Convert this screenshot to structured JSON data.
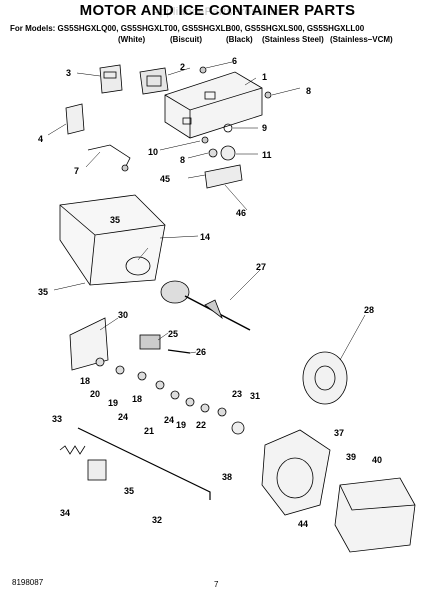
{
  "header": {
    "title": "MOTOR AND ICE CONTAINER PARTS",
    "watermark": "AppliancePartsPros.com",
    "models_line": "For Models: GS5SHGXLQ00, GS5SHGXLT00, GS5SHGXLB00, GS5SHGXLS00, GS5SHGXLL00",
    "variants": [
      "(White)",
      "(Biscuit)",
      "(Black)",
      "(Stainless Steel)",
      "(Stainless–VCM)"
    ]
  },
  "callouts": {
    "c1": "1",
    "c2": "2",
    "c3": "3",
    "c4": "4",
    "c6": "6",
    "c7": "7",
    "c8a": "8",
    "c8b": "8",
    "c9": "9",
    "c10": "10",
    "c11": "11",
    "c14": "14",
    "c18a": "18",
    "c18b": "18",
    "c19a": "19",
    "c19b": "19",
    "c20": "20",
    "c21": "21",
    "c22": "22",
    "c23": "23",
    "c24a": "24",
    "c24b": "24",
    "c25": "25",
    "c26": "26",
    "c27": "27",
    "c28": "28",
    "c30": "30",
    "c31": "31",
    "c32": "32",
    "c33": "33",
    "c34": "34",
    "c35a": "35",
    "c35b": "35",
    "c35c": "35",
    "c37": "37",
    "c38": "38",
    "c39": "39",
    "c40": "40",
    "c44": "44",
    "c45": "45",
    "c46": "46"
  },
  "footer": {
    "doc_number": "8198087",
    "page_number": "7"
  }
}
